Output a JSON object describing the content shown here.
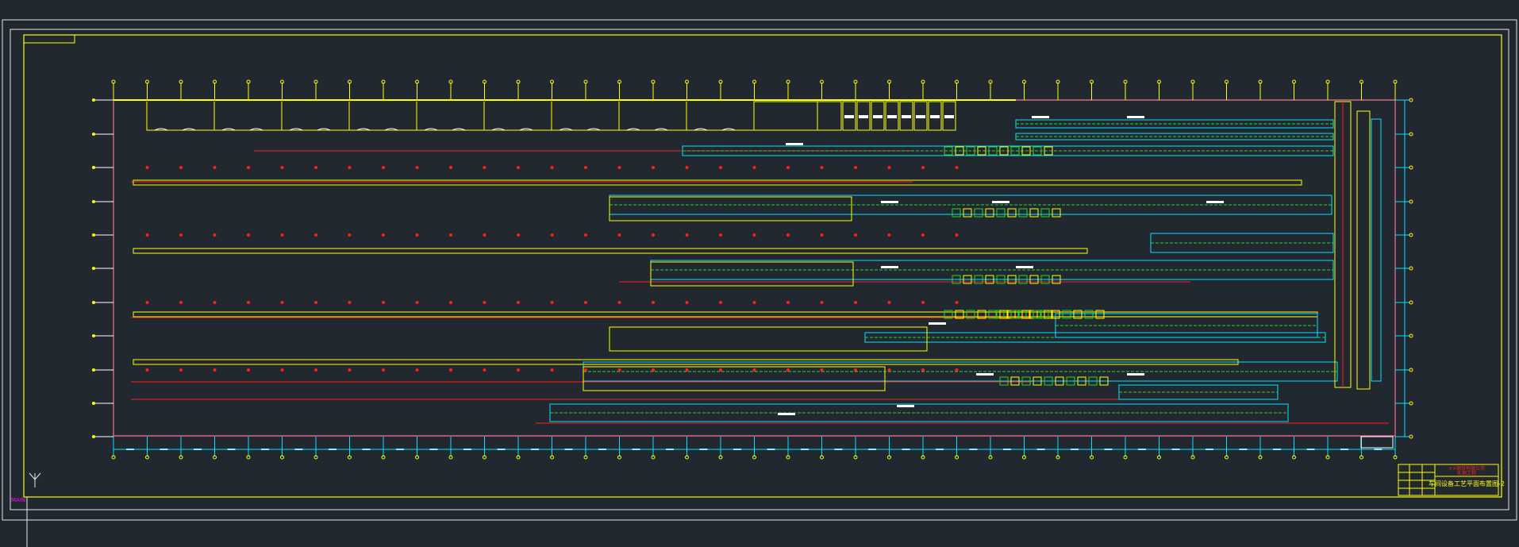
{
  "drawing": {
    "background": "#212830",
    "colors": {
      "frame": "#e6e6e6",
      "border": "#ffff00",
      "wall": "#ff6f8a",
      "axis": "#ffff00",
      "red_line": "#ff1e1e",
      "cyan": "#00e5ff",
      "green": "#27d627",
      "white": "#ffffff",
      "magenta": "#ff00ff"
    },
    "title_block": {
      "line1": "××钢铁有限公司",
      "line2": "轧钢工程",
      "drawing_title": "车间设备工艺平面布置图-2"
    },
    "corner_label": "MAIN",
    "ucs_label": "Y"
  }
}
